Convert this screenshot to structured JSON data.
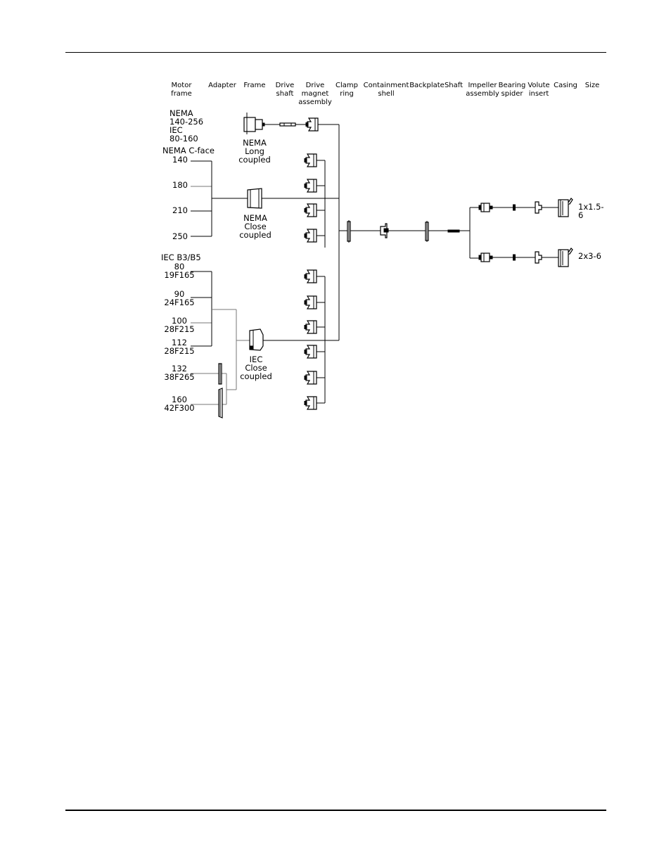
{
  "columns": [
    {
      "key": "motor-frame",
      "label": "Motor\nframe"
    },
    {
      "key": "adapter",
      "label": "Adapter"
    },
    {
      "key": "frame",
      "label": "Frame"
    },
    {
      "key": "drive-shaft",
      "label": "Drive\nshaft"
    },
    {
      "key": "drive-magnet-assembly",
      "label": "Drive\nmagnet\nassembly"
    },
    {
      "key": "clamp-ring",
      "label": "Clamp\nring"
    },
    {
      "key": "containment-shell",
      "label": "Containment\nshell"
    },
    {
      "key": "backplate",
      "label": "Backplate"
    },
    {
      "key": "shaft",
      "label": "Shaft"
    },
    {
      "key": "impeller-assembly",
      "label": "Impeller\nassembly"
    },
    {
      "key": "bearing-spider",
      "label": "Bearing\nspider"
    },
    {
      "key": "volute-insert",
      "label": "Volute\ninsert"
    },
    {
      "key": "casing",
      "label": "Casing"
    },
    {
      "key": "size",
      "label": "Size"
    }
  ],
  "motor_frames": {
    "nema_iec_long": "NEMA\n140-256\nIEC\n80-160",
    "nema_cface_title": "NEMA C-face",
    "nema_cface": [
      "140",
      "180",
      "210",
      "250"
    ],
    "iec_title": "IEC B3/B5",
    "iec": [
      "80\n19F165",
      "90\n24F165",
      "100\n28F215",
      "112\n28F215",
      "132\n38F265",
      "160\n42F300"
    ]
  },
  "frames": {
    "nema_long": "NEMA\nLong\ncoupled",
    "nema_close": "NEMA\nClose\ncoupled",
    "iec_close": "IEC\nClose\ncoupled"
  },
  "sizes": [
    "1x1.5-6",
    "2x3-6"
  ]
}
